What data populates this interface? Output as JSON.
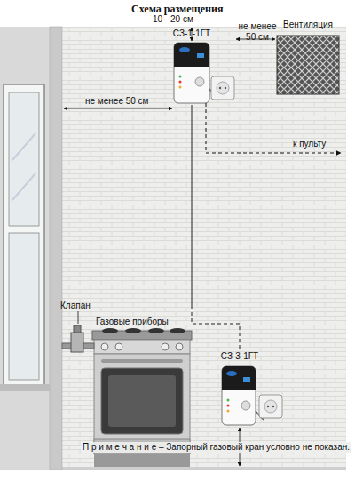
{
  "diagram": {
    "title": "Схема размещения",
    "nodes": [
      {
        "text": [
          "СЗ-1-1ГТ"
        ]
      },
      {
        "text": [
          "Вентиляция"
        ]
      },
      {
        "text": [
          "СЗ-3-1ГТ"
        ]
      }
    ],
    "edges": [
      {
        "from": 0,
        "to": 2,
        "arrow": "none"
      }
    ],
    "labels": [
      "10 - 20 см",
      "не менее 50 см",
      "не менее 50 см",
      "к пульту",
      "Клапан",
      "Газовые приборы",
      "П р и м е ч а н и е – Запорный газовый кран условно не показан."
    ]
  }
}
